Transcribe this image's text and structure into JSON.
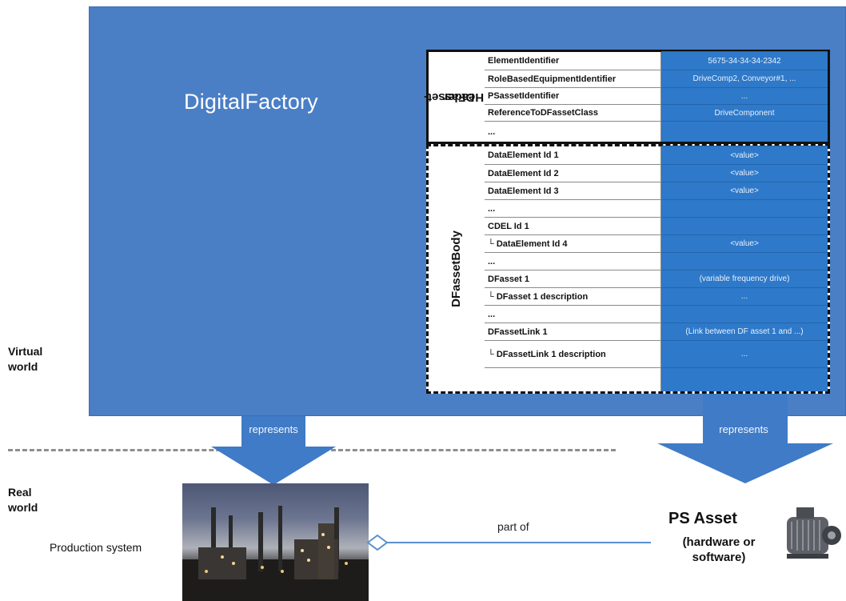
{
  "digital_factory": {
    "title": "DigitalFactory"
  },
  "dfasset": {
    "header_label": "DFasset-\nHeader",
    "header_label_line1": "DFasset-",
    "header_label_line2": "Header",
    "body_label": "DFassetBody",
    "header_rows": [
      {
        "key": "ElementIdentifier",
        "value": "5675-34-34-34-2342"
      },
      {
        "key": "RoleBasedEquipmentIdentifier",
        "value": "DriveComp2, Conveyor#1, ..."
      },
      {
        "key": "PSassetIdentifier",
        "value": "..."
      },
      {
        "key": "ReferenceToDFassetClass",
        "value": "DriveComponent"
      },
      {
        "key": "...",
        "value": ""
      }
    ],
    "body_rows": [
      {
        "key": "DataElement Id 1",
        "value": "<value>"
      },
      {
        "key": "DataElement Id 2",
        "value": "<value>"
      },
      {
        "key": "DataElement Id 3",
        "value": "<value>"
      },
      {
        "key": "...",
        "value": ""
      },
      {
        "key": "CDEL Id 1",
        "value": ""
      },
      {
        "key": "└ DataElement Id 4",
        "value": "<value>"
      },
      {
        "key": "...",
        "value": ""
      },
      {
        "key": "DFasset 1",
        "value": "(variable frequency drive)"
      },
      {
        "key": "└ DFasset 1 description",
        "value": "..."
      },
      {
        "key": "...",
        "value": ""
      },
      {
        "key": "DFassetLink 1",
        "value": "(Link between DF asset 1 and ...)"
      },
      {
        "key": "└ DFassetLink 1 description",
        "value": "..."
      },
      {
        "key": "",
        "value": ""
      }
    ]
  },
  "labels": {
    "virtual_world": "Virtual\nworld",
    "virtual_line1": "Virtual",
    "virtual_line2": "world",
    "real_line1": "Real",
    "real_line2": "world",
    "represents_left": "represents",
    "represents_right": "represents",
    "production_system": "Production system",
    "part_of": "part of",
    "ps_asset": "PS Asset",
    "ps_asset_sub_line1": "(hardware or",
    "ps_asset_sub_line2": "software)"
  },
  "colors": {
    "panel": "#4a7fc6",
    "value_cell": "#2e79c9",
    "arrow": "#3f7bc7",
    "dashed_line": "#8e8e8e",
    "link_line": "#5b8fcf"
  },
  "icons": {
    "motor": "electric-motor-icon",
    "aggregation": "diamond-aggregation-icon"
  }
}
